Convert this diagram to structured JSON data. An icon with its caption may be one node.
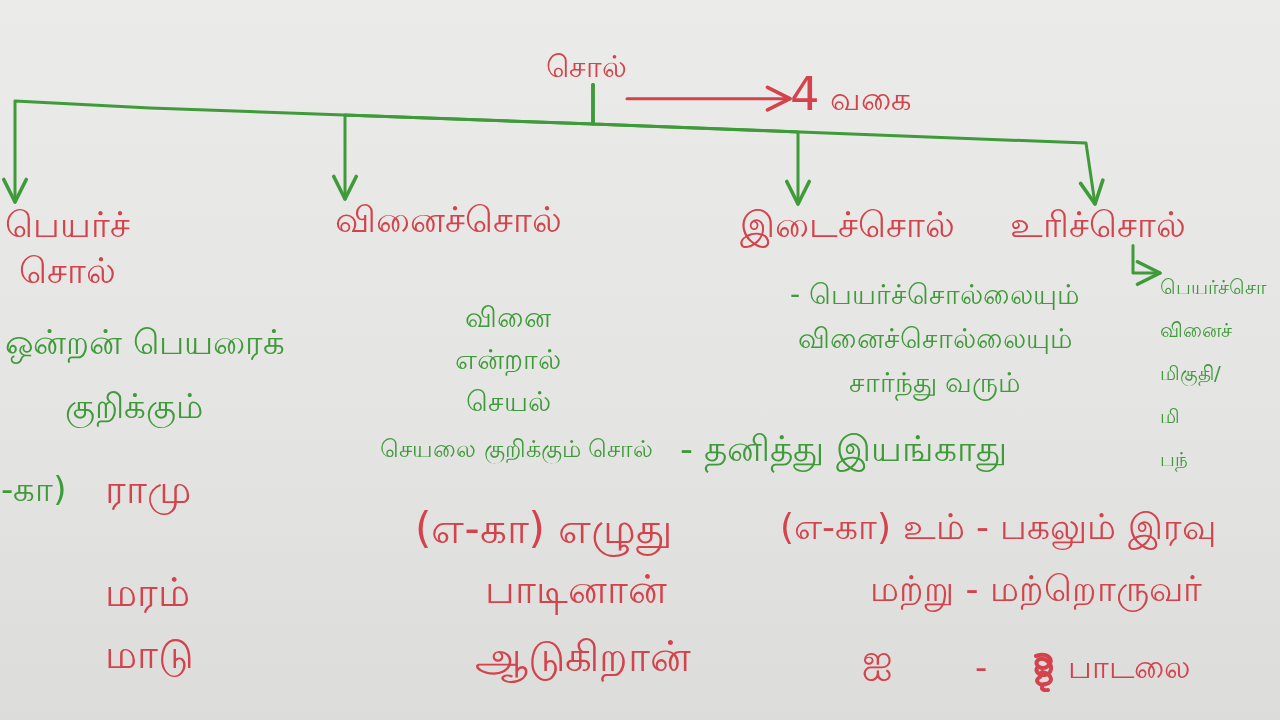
{
  "diagram": {
    "nodes": [
      {
        "text": [
          "சொல்"
        ]
      },
      {
        "text": [
          "4 வகை"
        ]
      },
      {
        "text": [
          "பெயர்ச் சொல்"
        ]
      },
      {
        "text": [
          "வினைச்சொல்"
        ]
      },
      {
        "text": [
          "இடைச்சொல்"
        ]
      },
      {
        "text": [
          "உரிச்சொல்"
        ]
      },
      {
        "text": [
          "பெயர்ச்சொ வினைச் மிகுதி/ மி பந்"
        ]
      }
    ],
    "edges": [
      {
        "from": 0,
        "to": 1,
        "arrow": "to",
        "color": "#d4424b"
      },
      {
        "from": 0,
        "to": 2,
        "arrow": "to"
      },
      {
        "from": 0,
        "to": 3,
        "arrow": "to"
      },
      {
        "from": 0,
        "to": 4,
        "arrow": "to"
      },
      {
        "from": 0,
        "to": 5,
        "arrow": "to"
      },
      {
        "from": 5,
        "to": 6,
        "arrow": "to"
      }
    ],
    "labels": [
      "ஒன்றன் பெயரைக் குறிக்கும்",
      "-கா)",
      "ராமு",
      "மரம்",
      "மாடு",
      "வினை என்றால் செயல்",
      "செயலை குறிக்கும் சொல்",
      "(எ-கா) எழுது",
      "பாடினான்",
      "ஆடுகிறான்",
      "- பெயர்ச்சொல்லையும் வினைச்சொல்லையும் சார்ந்து வரும்",
      "- தனித்து இயங்காது",
      "(எ-கா) உம் - பகலும் இரவு",
      "மற்று - மற்றொருவர்",
      "ஐ",
      "-",
      "பாடலை"
    ]
  }
}
